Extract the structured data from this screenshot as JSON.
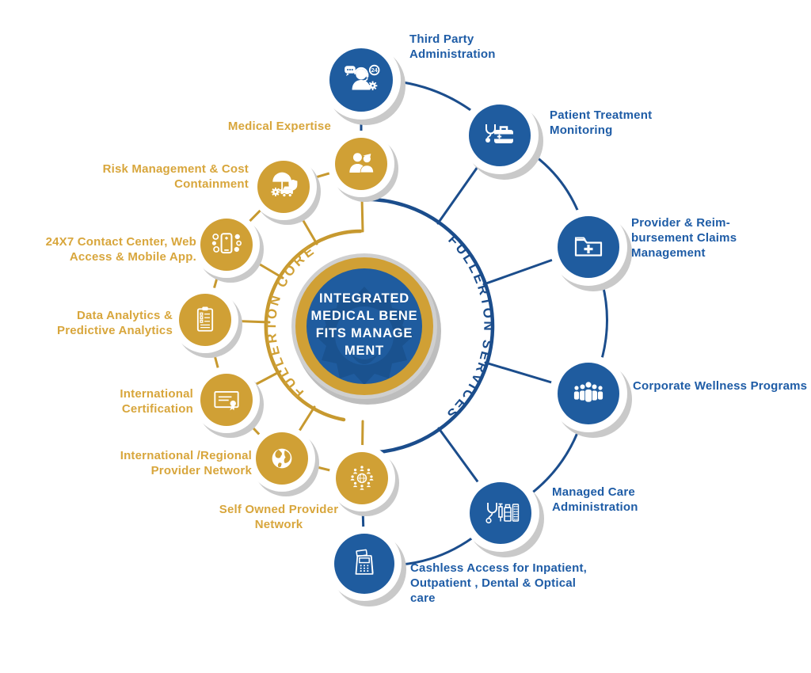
{
  "diagram_title": "Integrated Medical Benefits Management",
  "colors": {
    "gold": "#D0A035",
    "gold_line": "#C7992F",
    "gold_text": "#D8A63C",
    "blue": "#1F5C9F",
    "blue_line": "#1B4D8C",
    "blue_text": "#1E5CA6",
    "gray_ring": "#C9C9C9",
    "white": "#FFFFFF"
  },
  "hub": {
    "title_lines": [
      "INTEGRATED",
      "MEDICAL BENE",
      "FITS MANAGE",
      "MENT"
    ]
  },
  "arcs": {
    "core": "FULLERTON CORE",
    "services": "FULLERTON SERVICES"
  },
  "icon_texts": {
    "badge24": "24"
  },
  "core_nodes": [
    {
      "id": "medical-expertise",
      "label": "Medical Expertise",
      "icon": "doctor-nurse-icon"
    },
    {
      "id": "risk-management",
      "label": "Risk Management & Cost\nContainment",
      "icon": "umbrella-car-shield-icon"
    },
    {
      "id": "contact-center",
      "label": "24X7 Contact Center, Web\nAccess & Mobile App.",
      "icon": "mobile-app-icon"
    },
    {
      "id": "data-analytics",
      "label": "Data Analytics &\nPredictive Analytics",
      "icon": "clipboard-checklist-icon"
    },
    {
      "id": "intl-certification",
      "label": "International\nCertification",
      "icon": "certificate-icon"
    },
    {
      "id": "intl-provider",
      "label": "International /Regional\nProvider Network",
      "icon": "globe-icon"
    },
    {
      "id": "self-owned-provider",
      "label": "Self Owned Provider\nNetwork",
      "icon": "people-network-icon"
    }
  ],
  "service_nodes": [
    {
      "id": "third-party-admin",
      "label": "Third Party\nAdministration",
      "icon": "support-agent-icon"
    },
    {
      "id": "patient-treatment",
      "label": "Patient Treatment\nMonitoring",
      "icon": "medical-bag-icon"
    },
    {
      "id": "provider-claims",
      "label": "Provider & Reim-\nbursement Claims\nManagement",
      "icon": "medical-folder-icon"
    },
    {
      "id": "corporate-wellness",
      "label": "Corporate Wellness Programs",
      "icon": "people-group-icon"
    },
    {
      "id": "managed-care",
      "label": "Managed Care\nAdministration",
      "icon": "medicine-tools-icon"
    },
    {
      "id": "cashless-access",
      "label": "Cashless Access for Inpatient,\nOutpatient , Dental & Optical\ncare",
      "icon": "pos-terminal-icon"
    }
  ]
}
